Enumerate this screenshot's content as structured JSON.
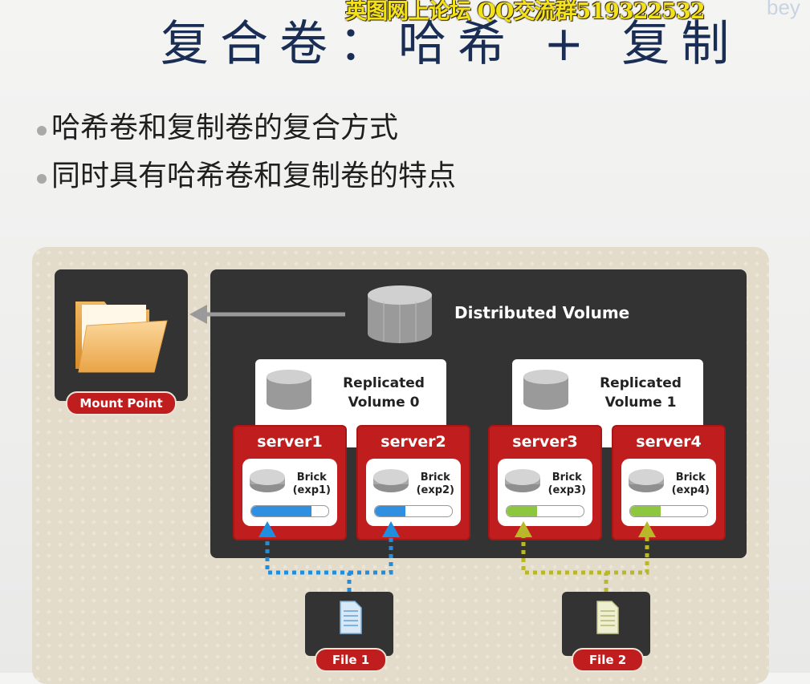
{
  "watermark": "英图网上论坛 QQ交流群519322532",
  "watermark_suffix": "bey",
  "title": "复合卷：哈希 + 复制",
  "bullets": [
    "哈希卷和复制卷的复合方式",
    "同时具有哈希卷和复制卷的特点"
  ],
  "diagram": {
    "mount_point": "Mount Point",
    "distributed_volume": "Distributed Volume",
    "replicated_volumes": [
      {
        "line1": "Replicated",
        "line2": "Volume 0"
      },
      {
        "line1": "Replicated",
        "line2": "Volume 1"
      }
    ],
    "servers": [
      {
        "name": "server1",
        "brick": "Brick",
        "path": "(exp1)",
        "fill": 0.78,
        "color": "#2f8fe0"
      },
      {
        "name": "server2",
        "brick": "Brick",
        "path": "(exp2)",
        "fill": 0.4,
        "color": "#2f8fe0"
      },
      {
        "name": "server3",
        "brick": "Brick",
        "path": "(exp3)",
        "fill": 0.4,
        "color": "#8dc63f"
      },
      {
        "name": "server4",
        "brick": "Brick",
        "path": "(exp4)",
        "fill": 0.4,
        "color": "#8dc63f"
      }
    ],
    "files": [
      "File 1",
      "File 2"
    ],
    "colors": {
      "file1_arrow": "#1e8fe0",
      "file2_arrow": "#b8b82a",
      "dark_box": "#333333",
      "red": "#c01e1e"
    }
  }
}
